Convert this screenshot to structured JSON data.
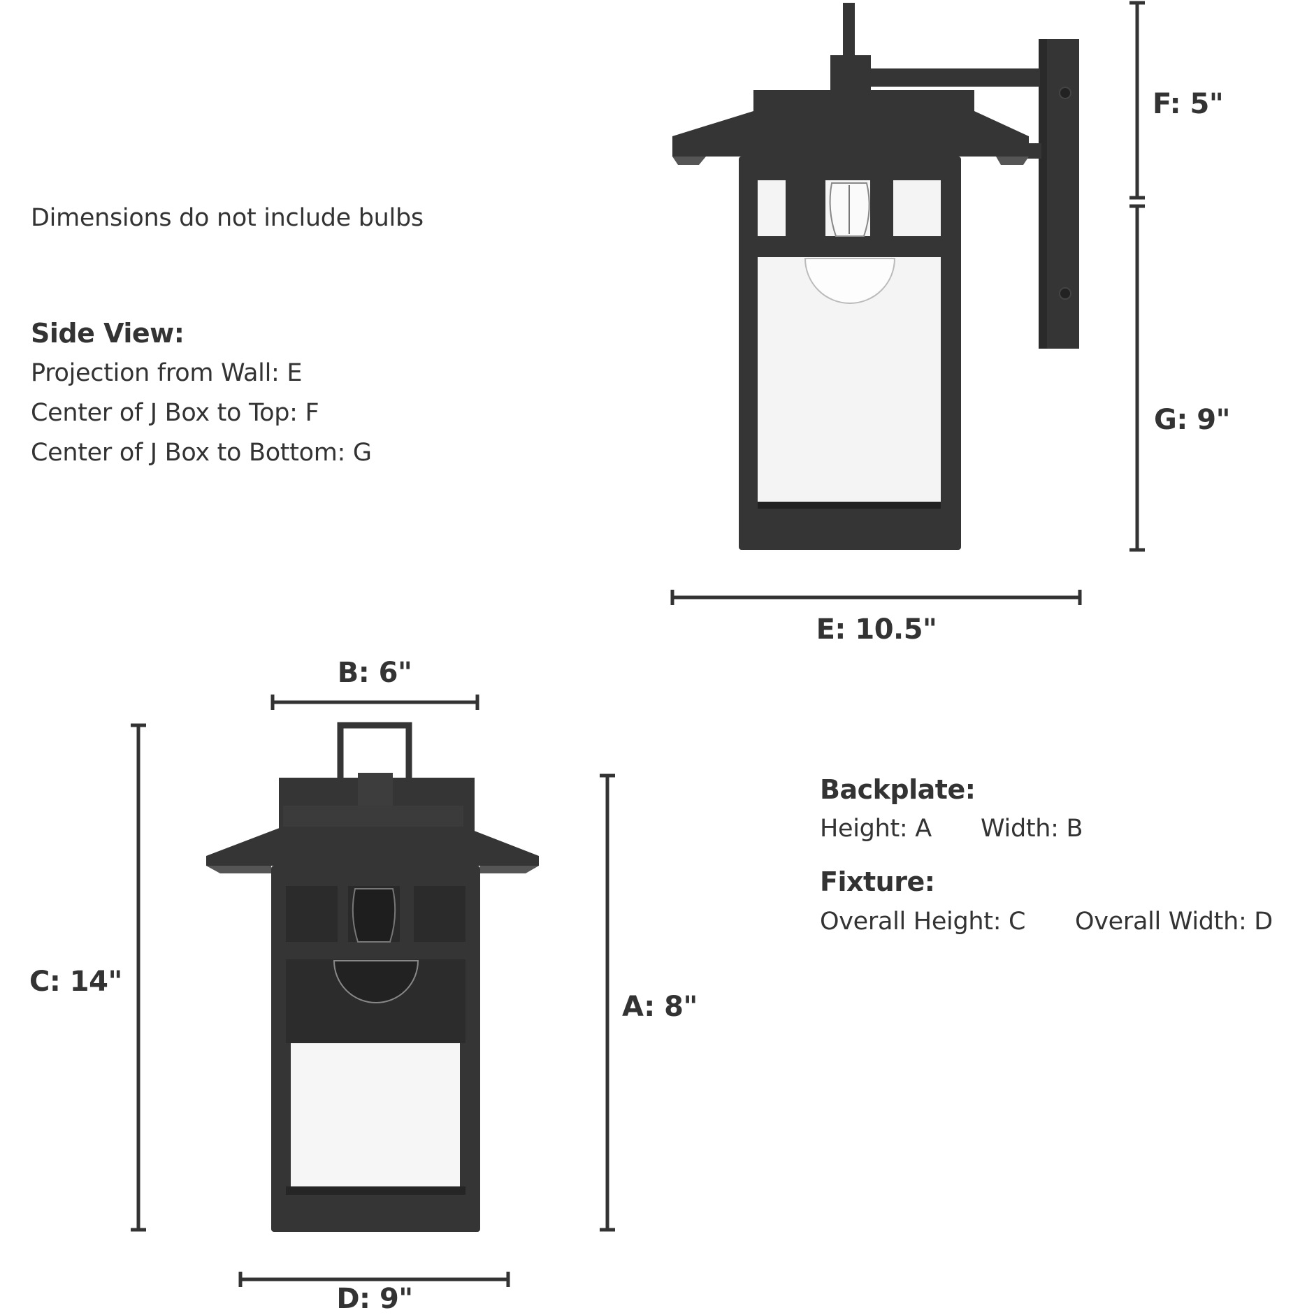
{
  "notes": {
    "disclaimer": "Dimensions do not include bulbs",
    "side_view": {
      "heading": "Side View:",
      "lines": [
        "Projection from Wall: E",
        "Center of J Box to Top: F",
        "Center of J Box to Bottom: G"
      ]
    },
    "backplate": {
      "heading": "Backplate:",
      "height": "Height: A",
      "width": "Width: B"
    },
    "fixture": {
      "heading": "Fixture:",
      "height": "Overall Height: C",
      "width": "Overall Width: D"
    }
  },
  "dimensions": {
    "A": "A: 8\"",
    "B": "B: 6\"",
    "C": "C: 14\"",
    "D": "D: 9\"",
    "E": "E: 10.5\"",
    "F": "F: 5\"",
    "G": "G: 9\""
  },
  "views": {
    "side": "side-view-lantern",
    "front": "front-view-lantern"
  },
  "colors": {
    "fixture": "#353535",
    "dimension_line": "#333333",
    "text": "#333333",
    "glass": "#f4f4f4"
  }
}
